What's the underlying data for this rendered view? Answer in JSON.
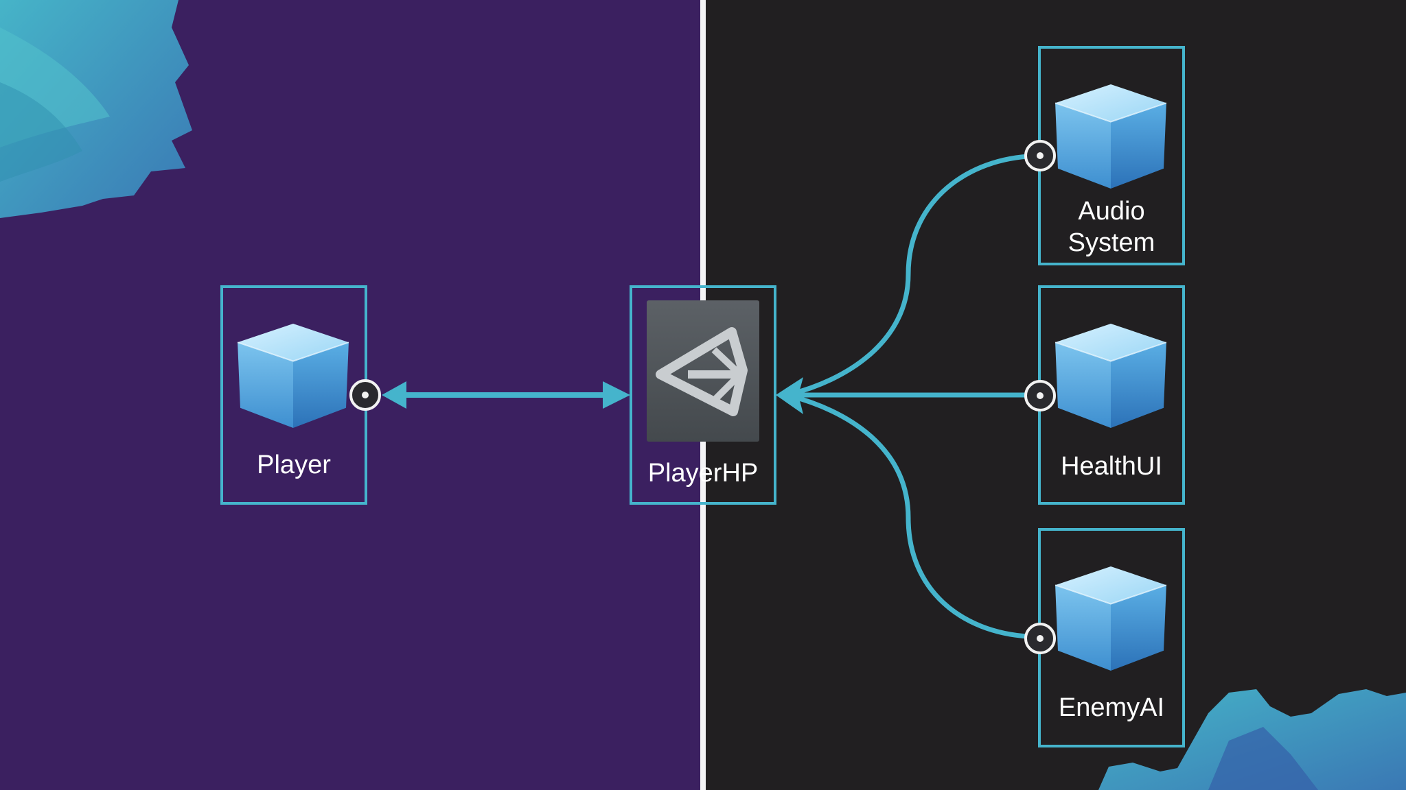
{
  "colors": {
    "left_bg": "#3b2060",
    "right_bg": "#211f21",
    "accent": "#45b4cc",
    "divider": "#f4f4f6"
  },
  "nodes": {
    "player": {
      "label": "Player",
      "icon": "cube-icon"
    },
    "player_hp": {
      "label": "PlayerHP",
      "icon": "unity-logo-icon"
    },
    "audio_system": {
      "label_line1": "Audio",
      "label_line2": "System",
      "icon": "cube-icon"
    },
    "health_ui": {
      "label": "HealthUI",
      "icon": "cube-icon"
    },
    "enemy_ai": {
      "label": "EnemyAI",
      "icon": "cube-icon"
    }
  }
}
